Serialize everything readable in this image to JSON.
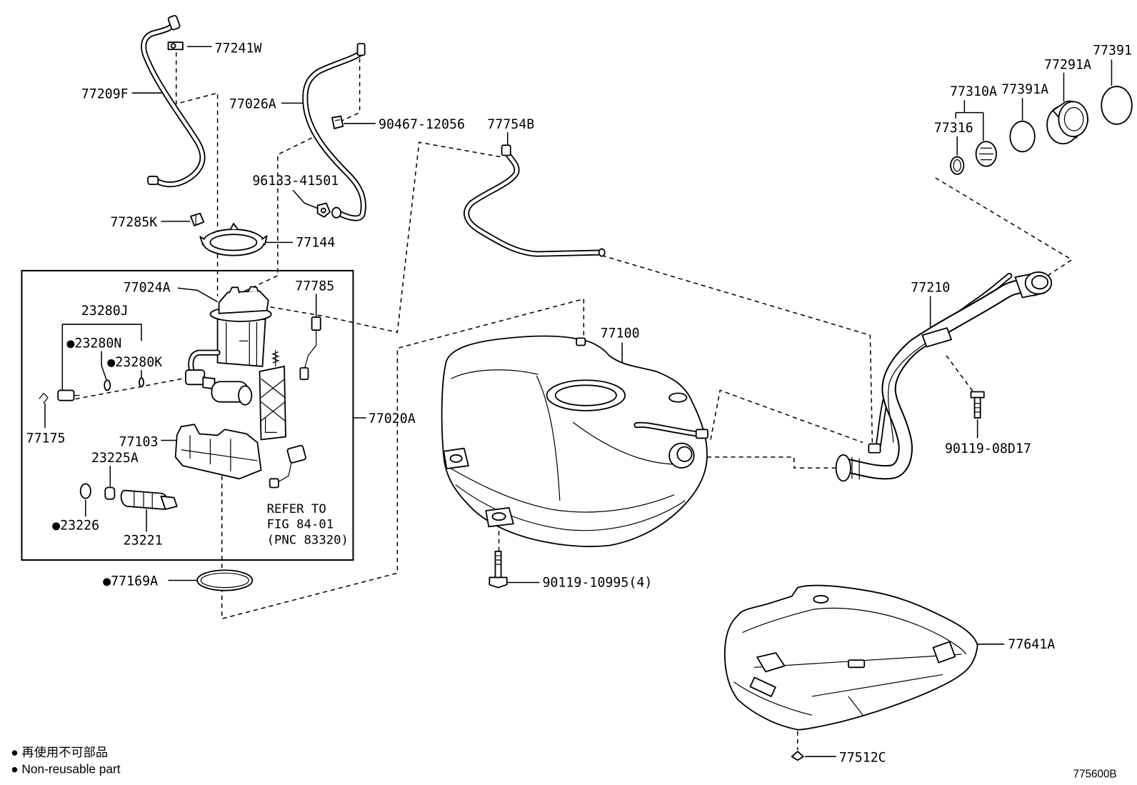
{
  "diagram": {
    "part_labels": {
      "p77241W": "77241W",
      "p77209F": "77209F",
      "p77026A": "77026A",
      "p90467_12056": "90467-12056",
      "p77754B": "77754B",
      "p96133_41501": "96133-41501",
      "p77285K": "77285K",
      "p77144": "77144",
      "p77024A": "77024A",
      "p77785": "77785",
      "p23280J": "23280J",
      "p23280N": "●23280N",
      "p23280K": "●23280K",
      "p77175": "77175",
      "p77020A": "77020A",
      "p77103": "77103",
      "p23225A": "23225A",
      "p23226": "●23226",
      "p23221": "23221",
      "p77169A": "●77169A",
      "p77100": "77100",
      "p90119_10995": "90119-10995(4)",
      "p77641A": "77641A",
      "p77512C": "77512C",
      "p77210": "77210",
      "p90119_08D17": "90119-08D17",
      "p77391": "77391",
      "p77291A": "77291A",
      "p77310A": "77310A",
      "p77391A": "77391A",
      "p77316": "77316"
    },
    "reference_note": [
      "REFER TO",
      "FIG 84-01",
      "(PNC 83320)"
    ],
    "legend": [
      "● 再使用不可部品",
      "● Non-reusable part"
    ],
    "figure_id": "775600B"
  }
}
